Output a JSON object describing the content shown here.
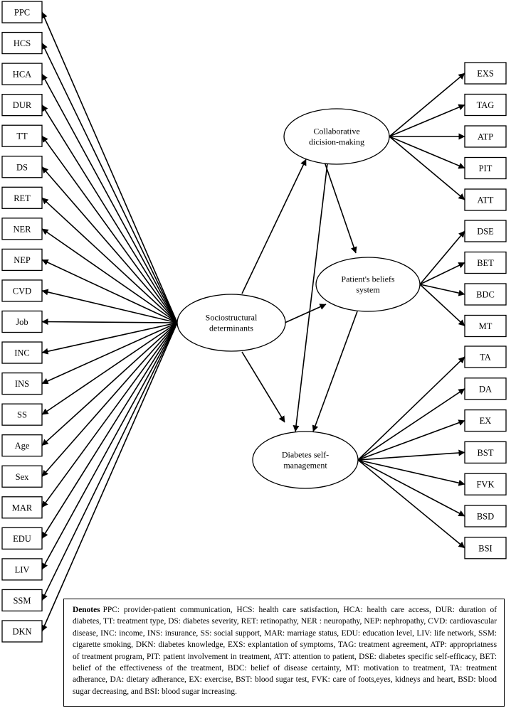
{
  "left_nodes": [
    "PPC",
    "HCS",
    "HCA",
    "DUR",
    "TT",
    "DS",
    "RET",
    "NER",
    "NEP",
    "CVD",
    "Job",
    "INC",
    "INS",
    "SS",
    "Age",
    "Sex",
    "MAR",
    "EDU",
    "LIV",
    "SSM",
    "DKN"
  ],
  "central_nodes": {
    "socio": [
      "Sociostructural",
      "determinants"
    ],
    "collab": [
      "Collaborative",
      "dicision-making"
    ],
    "beliefs": [
      "Patient's beliefs",
      "system"
    ],
    "selfmgmt": [
      "Diabetes self-",
      "management"
    ]
  },
  "collab_nodes": [
    "EXS",
    "TAG",
    "ATP",
    "PIT",
    "ATT"
  ],
  "beliefs_nodes": [
    "DSE",
    "BET",
    "BDC",
    "MT"
  ],
  "selfmgmt_nodes": [
    "TA",
    "DA",
    "EX",
    "BST",
    "FVK",
    "BSD",
    "BSI"
  ],
  "legend": {
    "label": "Denotes",
    "text": "PPC: provider-patient communication, HCS: health care satisfaction, HCA: health care access, DUR: duration of diabetes, TT: treatment type, DS: diabetes severity, RET: retinopathy, NER : neuropathy, NEP: nephropathy, CVD: cardiovascular disease, INC: income, INS: insurance, SS: social support, MAR: marriage status, EDU: education level, LIV: life network, SSM: cigarette smoking, DKN: diabetes knowledge, EXS: explantation of symptoms, TAG: treatment agreement, ATP: appropriatness of treatment program, PIT: patient involvement in treatment, ATT: attention to patient, DSE: diabetes specific self-efficacy, BET: belief of the effectiveness of the treatment, BDC: belief of disease certainty, MT: motivation to treatment, TA: treatment adherance, DA: dietary adherance, EX: exercise, BST: blood sugar test, FVK: care of foots,eyes, kidneys and heart, BSD: blood sugar decreasing, and BSI: blood sugar increasing."
  }
}
